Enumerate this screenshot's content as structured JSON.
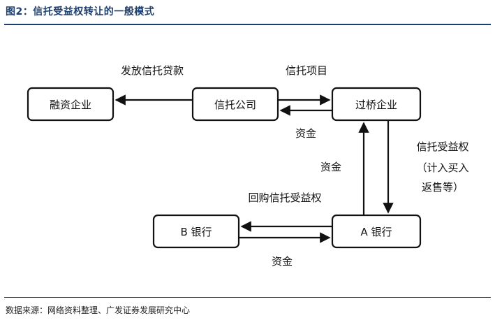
{
  "header": {
    "title": "图2：信托受益权转让的一般模式"
  },
  "footer": {
    "source": "数据来源：网络资料整理、广发证券发展研究中心"
  },
  "nodes": {
    "financing": "融资企业",
    "trust": "信托公司",
    "bridge": "过桥企业",
    "bankB": "B 银行",
    "bankA": "A 银行"
  },
  "edge_labels": {
    "loan": "发放信托贷款",
    "project": "信托项目",
    "funds_top": "资金",
    "funds_mid": "资金",
    "buyback": "回购信托受益权",
    "funds_bottom": "资金",
    "rights_1": "信托受益权",
    "rights_2": "（计入买入",
    "rights_3": "返售等）"
  }
}
